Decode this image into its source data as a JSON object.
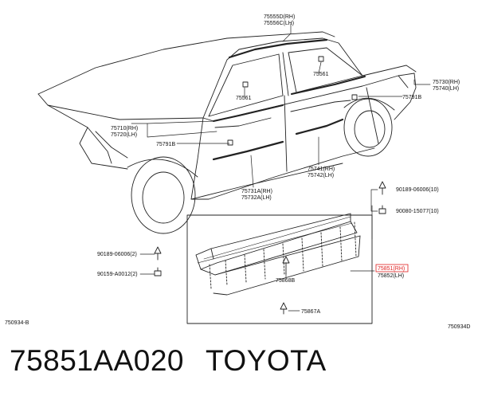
{
  "callouts": {
    "molding_roof_rh": "75555D(RH)",
    "molding_roof_lh": "75556C(LH)",
    "front_door_upper": "75561",
    "rear_door_upper": "75561",
    "rear_qtr_rh": "75730(RH)",
    "rear_qtr_lh": "75740(LH)",
    "rear_clip": "75791B",
    "front_belt_rh": "75710(RH)",
    "front_belt_lh": "75720(LH)",
    "front_clip": "75791B",
    "rear_door_side_rh": "75741(RH)",
    "rear_door_side_lh": "75742(LH)",
    "front_door_side_rh": "75731A(RH)",
    "front_door_side_lh": "75732A(LH)",
    "clip_upper_right": "90189-06006(10)",
    "clip_lower_right": "90080-15077(10)",
    "clip_left_upper": "90189-06006(2)",
    "clip_left_lower": "90159-A0012(2)",
    "rocker_rh": "75851(RH)",
    "rocker_lh": "75852(LH)",
    "rocker_clip_mid": "75868B",
    "rocker_clip_bottom": "75867A"
  },
  "codes": {
    "left": "750934-B",
    "right": "750934D"
  },
  "highlight_color": "#e02020",
  "footer": {
    "part_number": "75851AA020",
    "brand": "TOYOTA"
  }
}
